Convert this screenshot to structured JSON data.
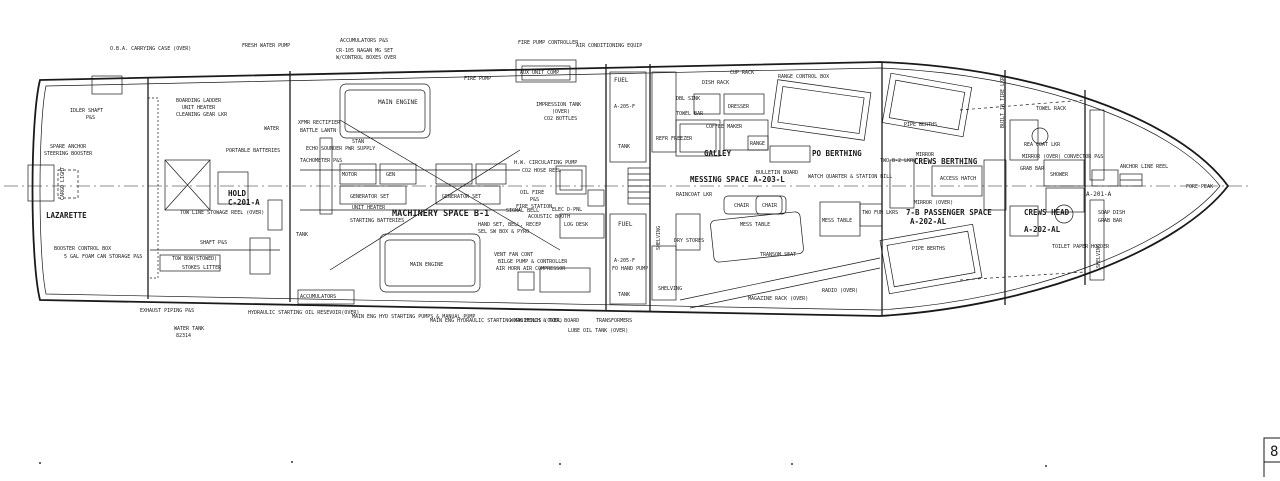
{
  "labels": {
    "oba_case": "O.B.A. CARRYING CASE (OVER)",
    "fresh_water_pump": "FRESH WATER PUMP",
    "accumulators": "ACCUMULATORS P&S",
    "cr_mg_set": "CR-105 NAGAN MG SET",
    "control_boxes": "W/CONTROL BOXES OVER",
    "fire_pump_controller": "FIRE PUMP CONTROLLER",
    "air_cond": "AIR CONDITIONING EQUIP",
    "fire_pump": "FIRE PUMP",
    "aux_unit": "AUX UNIT COMP",
    "fuel_top": "FUEL",
    "cup_rack": "CUP RACK",
    "range_control": "RANGE CONTROL BOX",
    "dish_rack": "DISH RACK",
    "boarding_ladder": "BOARDING LADDER",
    "unit_heater_top": "UNIT HEATER",
    "cleaning_gear": "CLEANING GEAR LKR",
    "idler_shaft": "IDLER SHAFT",
    "idler_ps": "P&S",
    "main_engine_top": "MAIN ENGINE",
    "impression_tank": "IMPRESSION TANK",
    "impression_over": "(OVER)",
    "co2_bottles": "CO2 BOTTLES",
    "dbl_sink": "DBL SINK",
    "dresser": "DRESSER",
    "towel_bar": "TOWEL BAR",
    "coffee_maker": "COFFEE MAKER",
    "refr_freezer": "REFR FREEZER",
    "a205f": "A-205-F",
    "tank_top": "TANK",
    "range": "RANGE",
    "galley": "GALLEY",
    "po_berthing": "PO BERTHING",
    "pipe_berths_fwd": "PIPE BERTHS",
    "wb_mirror": "MIRROR",
    "crews_berthing": "CREWS BERTHING",
    "bulit_in_tire": "BUILT IN TIRE LKR",
    "xfmr": "XFMR RECTIFIER",
    "battle_lantern": "BATTLE LANTN",
    "stan_a": "STAN",
    "echo_sounder": "ECHO SOUNDER PWR SUPPLY",
    "tachometer": "TACHOMETER P&S",
    "spare_anchor": "SPARE ANCHOR",
    "steering_booster": "STEERING BOOSTER",
    "portable_batteries": "PORTABLE BATTERIES",
    "water": "WATER",
    "motor_a": "MOTOR",
    "gen_a": "GEN",
    "hw_circ_pump": "H.W. CIRCULATING PUMP",
    "co2_hose_reel": "CO2 HOSE REEL",
    "oil_fire": "OIL FIRE",
    "plugs": "P&S",
    "fire_stat": "FIRE STATION",
    "raincoat": "RAINCOAT LKR",
    "messing_space": "MESSING SPACE A-203-L",
    "bulletin_board": "BULLETIN BOARD",
    "watch_quarter": "WATCH QUARTER & STATION BILL",
    "access_hatch": "ACCESS HATCH",
    "mirror_over": "MIRROR (OVER)",
    "two_b2": "TWO B-2 LKRS",
    "rea_coat": "REA COAT LKR",
    "grab_bar": "GRAB BAR",
    "shower": "SHOWER",
    "mirror_conv": "MIRROR (OVER) CONVECTOR P&S",
    "towel_rack": "TOWEL RACK",
    "anchor_line_reel": "ANCHOR LINE REEL",
    "fore_peak": "FORE PEAK",
    "a201a": "A-201-A",
    "cargo": "CARGO LIGHT",
    "hold": "HOLD",
    "hold_id": "C-201-A",
    "lazarette": "LAZARETTE",
    "generator_set_a": "GENERATOR SET",
    "generator_set_b": "GENERATOR SET",
    "unit_heater_mid": "UNIT HEATER",
    "starting_batteries": "STARTING BATTERIES",
    "machinery_space": "MACHINERY SPACE B-1",
    "signal_bell": "SIGNAL BELL",
    "hand_set": "HAND SET, BELL, RECEP",
    "sel_sw": "SEL SW BOX & PYRO",
    "acoustic_booth": "ACOUSTIC BOOTH",
    "elec_pnl": "ELEC D-PNL",
    "log_desk": "LOG DESK",
    "fuel_mid": "FUEL",
    "chair_1": "CHAIR",
    "chair_2": "CHAIR",
    "mess_table_1": "MESS TABLE",
    "mess_table_2": "MESS TABLE",
    "transom_seat": "TRANSOM SEAT",
    "stores": "DRY STORES",
    "shelving_a": "SHELVING",
    "two_fun_lkrs": "TWO FUN LKRS",
    "passenger_space": "7-B PASSENGER SPACE",
    "passenger_id": "A-202-AL",
    "crews_head": "CREWS HEAD",
    "crews_head_id": "A-202-AL",
    "soap_dish": "SOAP DISH",
    "grab_bar_2": "GRAB BAR",
    "tow_line": "TOW LINE STOWAGE REEL (OVER)",
    "shaft_ps": "SHAFT P&S",
    "tow_bow": "TOW BOW(STOWED)",
    "stokes_litter": "STOKES LITTER",
    "booster_control": "BOOSTER CONTROL BOX",
    "foam_can": "5 GAL FOAM CAN STORAGE P&S",
    "tank_mid": "TANK",
    "main_engine_low": "MAIN ENGINE",
    "vent_fan": "VENT FAN CONT",
    "bilge_pump": "BILGE PUMP & CONTROLLER",
    "air_horn": "AIR HORN AIR COMPRESSOR",
    "a205f_low": "A-205-F",
    "fo_hand_pump": "FO HAND PUMP",
    "tank_low": "TANK",
    "shelving_b": "SHELVING",
    "magazine_rack": "MAGAZINE RACK (OVER)",
    "radio": "RADIO (OVER)",
    "pipe_berths_aft": "PIPE BERTHS",
    "toilet_paper": "TOILET PAPER HOLDER",
    "shelving_c": "SHELVING",
    "exhaust_piping": "EXHAUST PIPING P&S",
    "hydraulic_oil": "HYDRAULIC STARTING OIL RESEVOIR(OVER)",
    "accumulator_low": "ACCUMULATORS",
    "main_eng_hyd": "MAIN ENG HYD STARTING PUMPS & MANUAL PUMP",
    "main_eng_hyd2": "MAIN ENG HYDRAULIC STARTING MANIFOLDS (OVER)",
    "work_bench": "WORK BENCH & TOOL BOARD",
    "lube_oil": "LUBE OIL TANK (OVER)",
    "transformers": "TRANSFORMERS",
    "water_tank": "WATER TANK",
    "water_tank_id": "82314",
    "corner_number": "8"
  }
}
